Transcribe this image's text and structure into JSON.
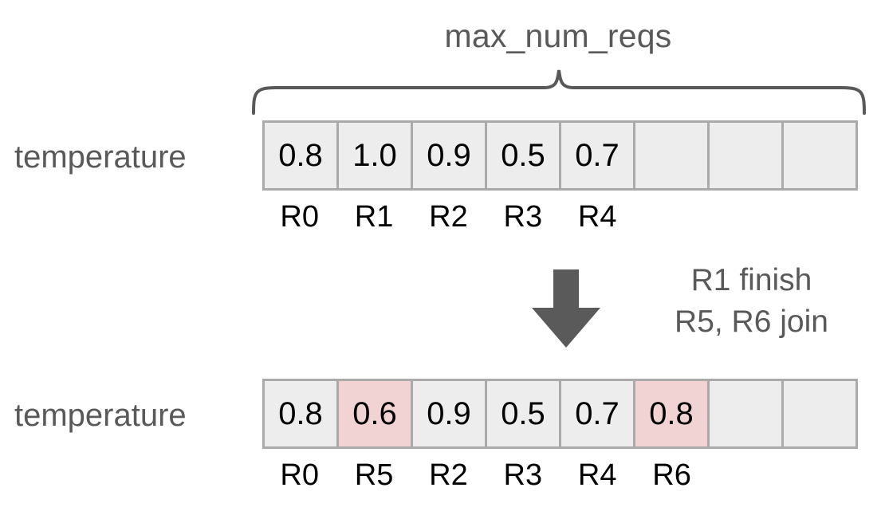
{
  "diagram": {
    "brace_label": "max_num_reqs",
    "row_label": "temperature",
    "colors": {
      "cell_fill": "#ededed",
      "cell_highlight": "#f2d3d3",
      "cell_border": "#aaaaaa",
      "label_text": "#595959",
      "value_text": "#000000",
      "arrow_fill": "#5a5a5a"
    },
    "before": {
      "label": "temperature",
      "cells": [
        {
          "value": "0.8",
          "highlight": false
        },
        {
          "value": "1.0",
          "highlight": false
        },
        {
          "value": "0.9",
          "highlight": false
        },
        {
          "value": "0.5",
          "highlight": false
        },
        {
          "value": "0.7",
          "highlight": false
        },
        {
          "value": "",
          "highlight": false
        },
        {
          "value": "",
          "highlight": false
        },
        {
          "value": "",
          "highlight": false
        }
      ],
      "request_ids": [
        "R0",
        "R1",
        "R2",
        "R3",
        "R4",
        "",
        "",
        ""
      ]
    },
    "after": {
      "label": "temperature",
      "cells": [
        {
          "value": "0.8",
          "highlight": false
        },
        {
          "value": "0.6",
          "highlight": true
        },
        {
          "value": "0.9",
          "highlight": false
        },
        {
          "value": "0.5",
          "highlight": false
        },
        {
          "value": "0.7",
          "highlight": false
        },
        {
          "value": "0.8",
          "highlight": true
        },
        {
          "value": "",
          "highlight": false
        },
        {
          "value": "",
          "highlight": false
        }
      ],
      "request_ids": [
        "R0",
        "R5",
        "R2",
        "R3",
        "R4",
        "R6",
        "",
        ""
      ]
    },
    "transition": {
      "line1": "R1 finish",
      "line2": "R5, R6 join",
      "arrow_direction": "down"
    }
  }
}
